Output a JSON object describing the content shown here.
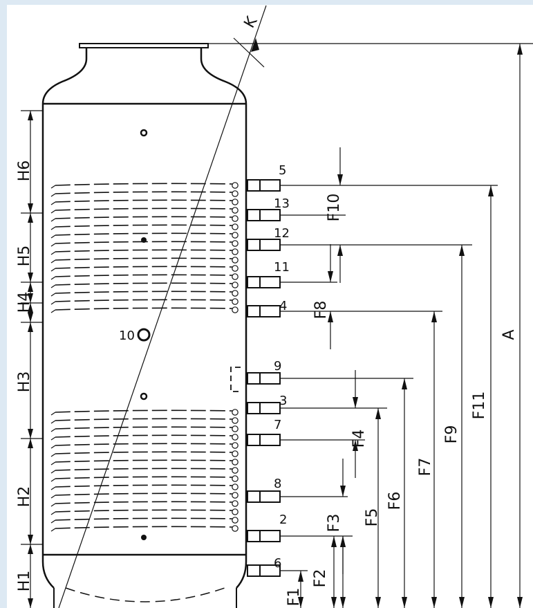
{
  "diagram": {
    "dimensions_left": [
      "H6",
      "H5",
      "H4",
      "H3",
      "H2",
      "H1"
    ],
    "dimensions_right": [
      "F10",
      "F8",
      "F4",
      "F3",
      "F2",
      "F1",
      "F5",
      "F6",
      "F7",
      "F9",
      "F11",
      "A"
    ],
    "connection_numbers": [
      "5",
      "13",
      "12",
      "11",
      "4",
      "9",
      "3",
      "7",
      "8",
      "2",
      "6",
      "10"
    ],
    "tilt_label": "K",
    "colors": {
      "background": "#dde9f3",
      "sheet": "#ffffff",
      "ink": "#111111"
    }
  }
}
